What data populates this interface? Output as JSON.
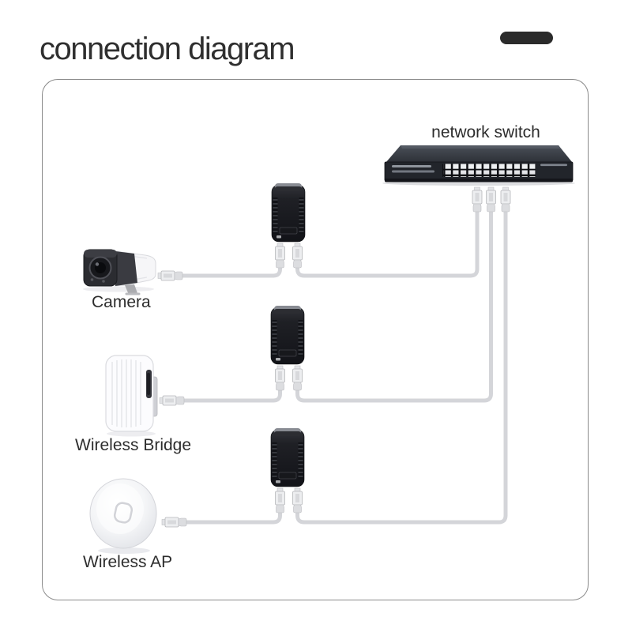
{
  "page": {
    "title": "connection diagram"
  },
  "decor": {
    "pill_color": "#2b2b2b"
  },
  "diagram": {
    "labels": {
      "switch": "network switch",
      "camera": "Camera",
      "bridge": "Wireless Bridge",
      "ap": "Wireless AP"
    },
    "nodes": [
      {
        "id": "network-switch",
        "label": "network switch",
        "type": "24-port-ethernet-switch"
      },
      {
        "id": "camera",
        "label": "Camera",
        "type": "bullet-ip-camera"
      },
      {
        "id": "wireless-bridge",
        "label": "Wireless Bridge",
        "type": "outdoor-cpe"
      },
      {
        "id": "wireless-ap",
        "label": "Wireless AP",
        "type": "ceiling-access-point"
      },
      {
        "id": "poe-injector-1",
        "type": "poe-injector"
      },
      {
        "id": "poe-injector-2",
        "type": "poe-injector"
      },
      {
        "id": "poe-injector-3",
        "type": "poe-injector"
      }
    ],
    "connections": [
      {
        "from": "camera",
        "via": "poe-injector-1",
        "to": "network-switch",
        "cable": "ethernet"
      },
      {
        "from": "wireless-bridge",
        "via": "poe-injector-2",
        "to": "network-switch",
        "cable": "ethernet"
      },
      {
        "from": "wireless-ap",
        "via": "poe-injector-3",
        "to": "network-switch",
        "cable": "ethernet"
      }
    ],
    "colors": {
      "cable": "#d4d5d9",
      "device_dark": "#1c1d21",
      "text": "#2d2d2d",
      "frame_border": "#8a8a8a"
    }
  }
}
